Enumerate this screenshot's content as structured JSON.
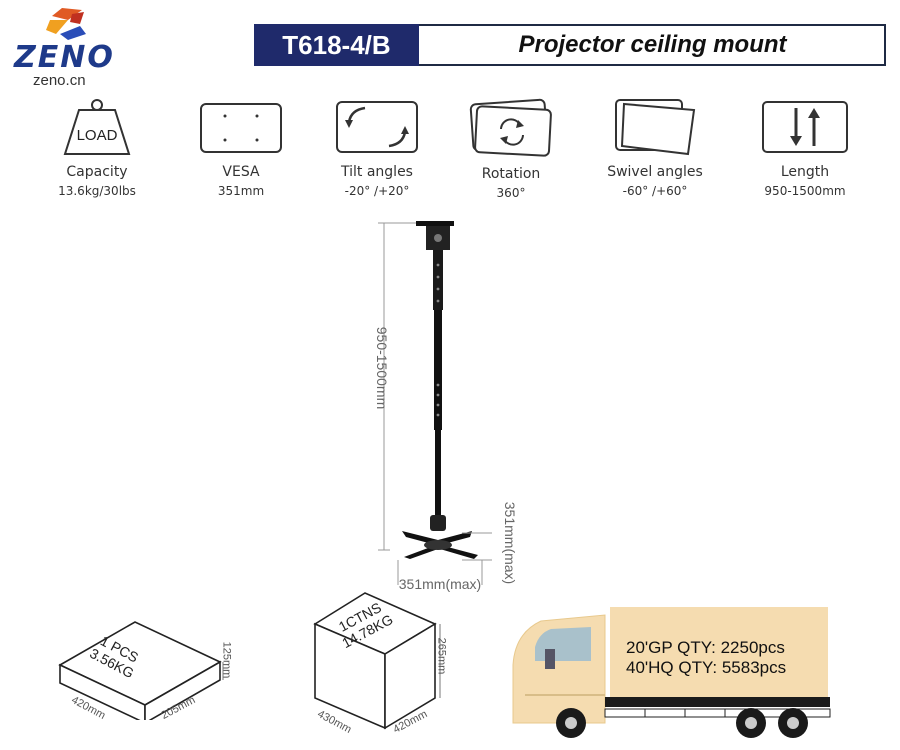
{
  "brand": {
    "name": "ZENO",
    "url": "zeno.cn"
  },
  "header": {
    "model": "T618-4/B",
    "title": "Projector ceiling mount"
  },
  "specs": [
    {
      "icon": "load-weight-icon",
      "icon_text": "LOAD",
      "label": "Capacity",
      "value": "13.6kg/30lbs"
    },
    {
      "icon": "vesa-plate-icon",
      "label": "VESA",
      "value": "351mm"
    },
    {
      "icon": "tilt-arrows-icon",
      "label": "Tilt angles",
      "value": "-20° /+20°"
    },
    {
      "icon": "rotation-icon",
      "label": "Rotation",
      "value": "360°"
    },
    {
      "icon": "swivel-icon",
      "label": "Swivel angles",
      "value": "-60° /+60°"
    },
    {
      "icon": "length-arrows-icon",
      "label": "Length",
      "value": "950-1500mm"
    }
  ],
  "product_dims": {
    "length": "950-1500mm",
    "height_max": "351mm(max)",
    "width_max": "351mm(max)"
  },
  "inner_box": {
    "qty": "1 PCS",
    "weight": "3.56KG",
    "l": "420mm",
    "w": "205mm",
    "h": "125mm"
  },
  "carton": {
    "qty": "1CTNS",
    "weight": "14.78KG",
    "l": "430mm",
    "w": "420mm",
    "h": "265mm"
  },
  "shipping": {
    "gp20": "20'GP QTY: 2250pcs",
    "hq40": "40'HQ QTY: 5583pcs"
  },
  "colors": {
    "navy": "#1f2a6b",
    "truck": "#f5dcb0",
    "orange": "#e05a24"
  }
}
